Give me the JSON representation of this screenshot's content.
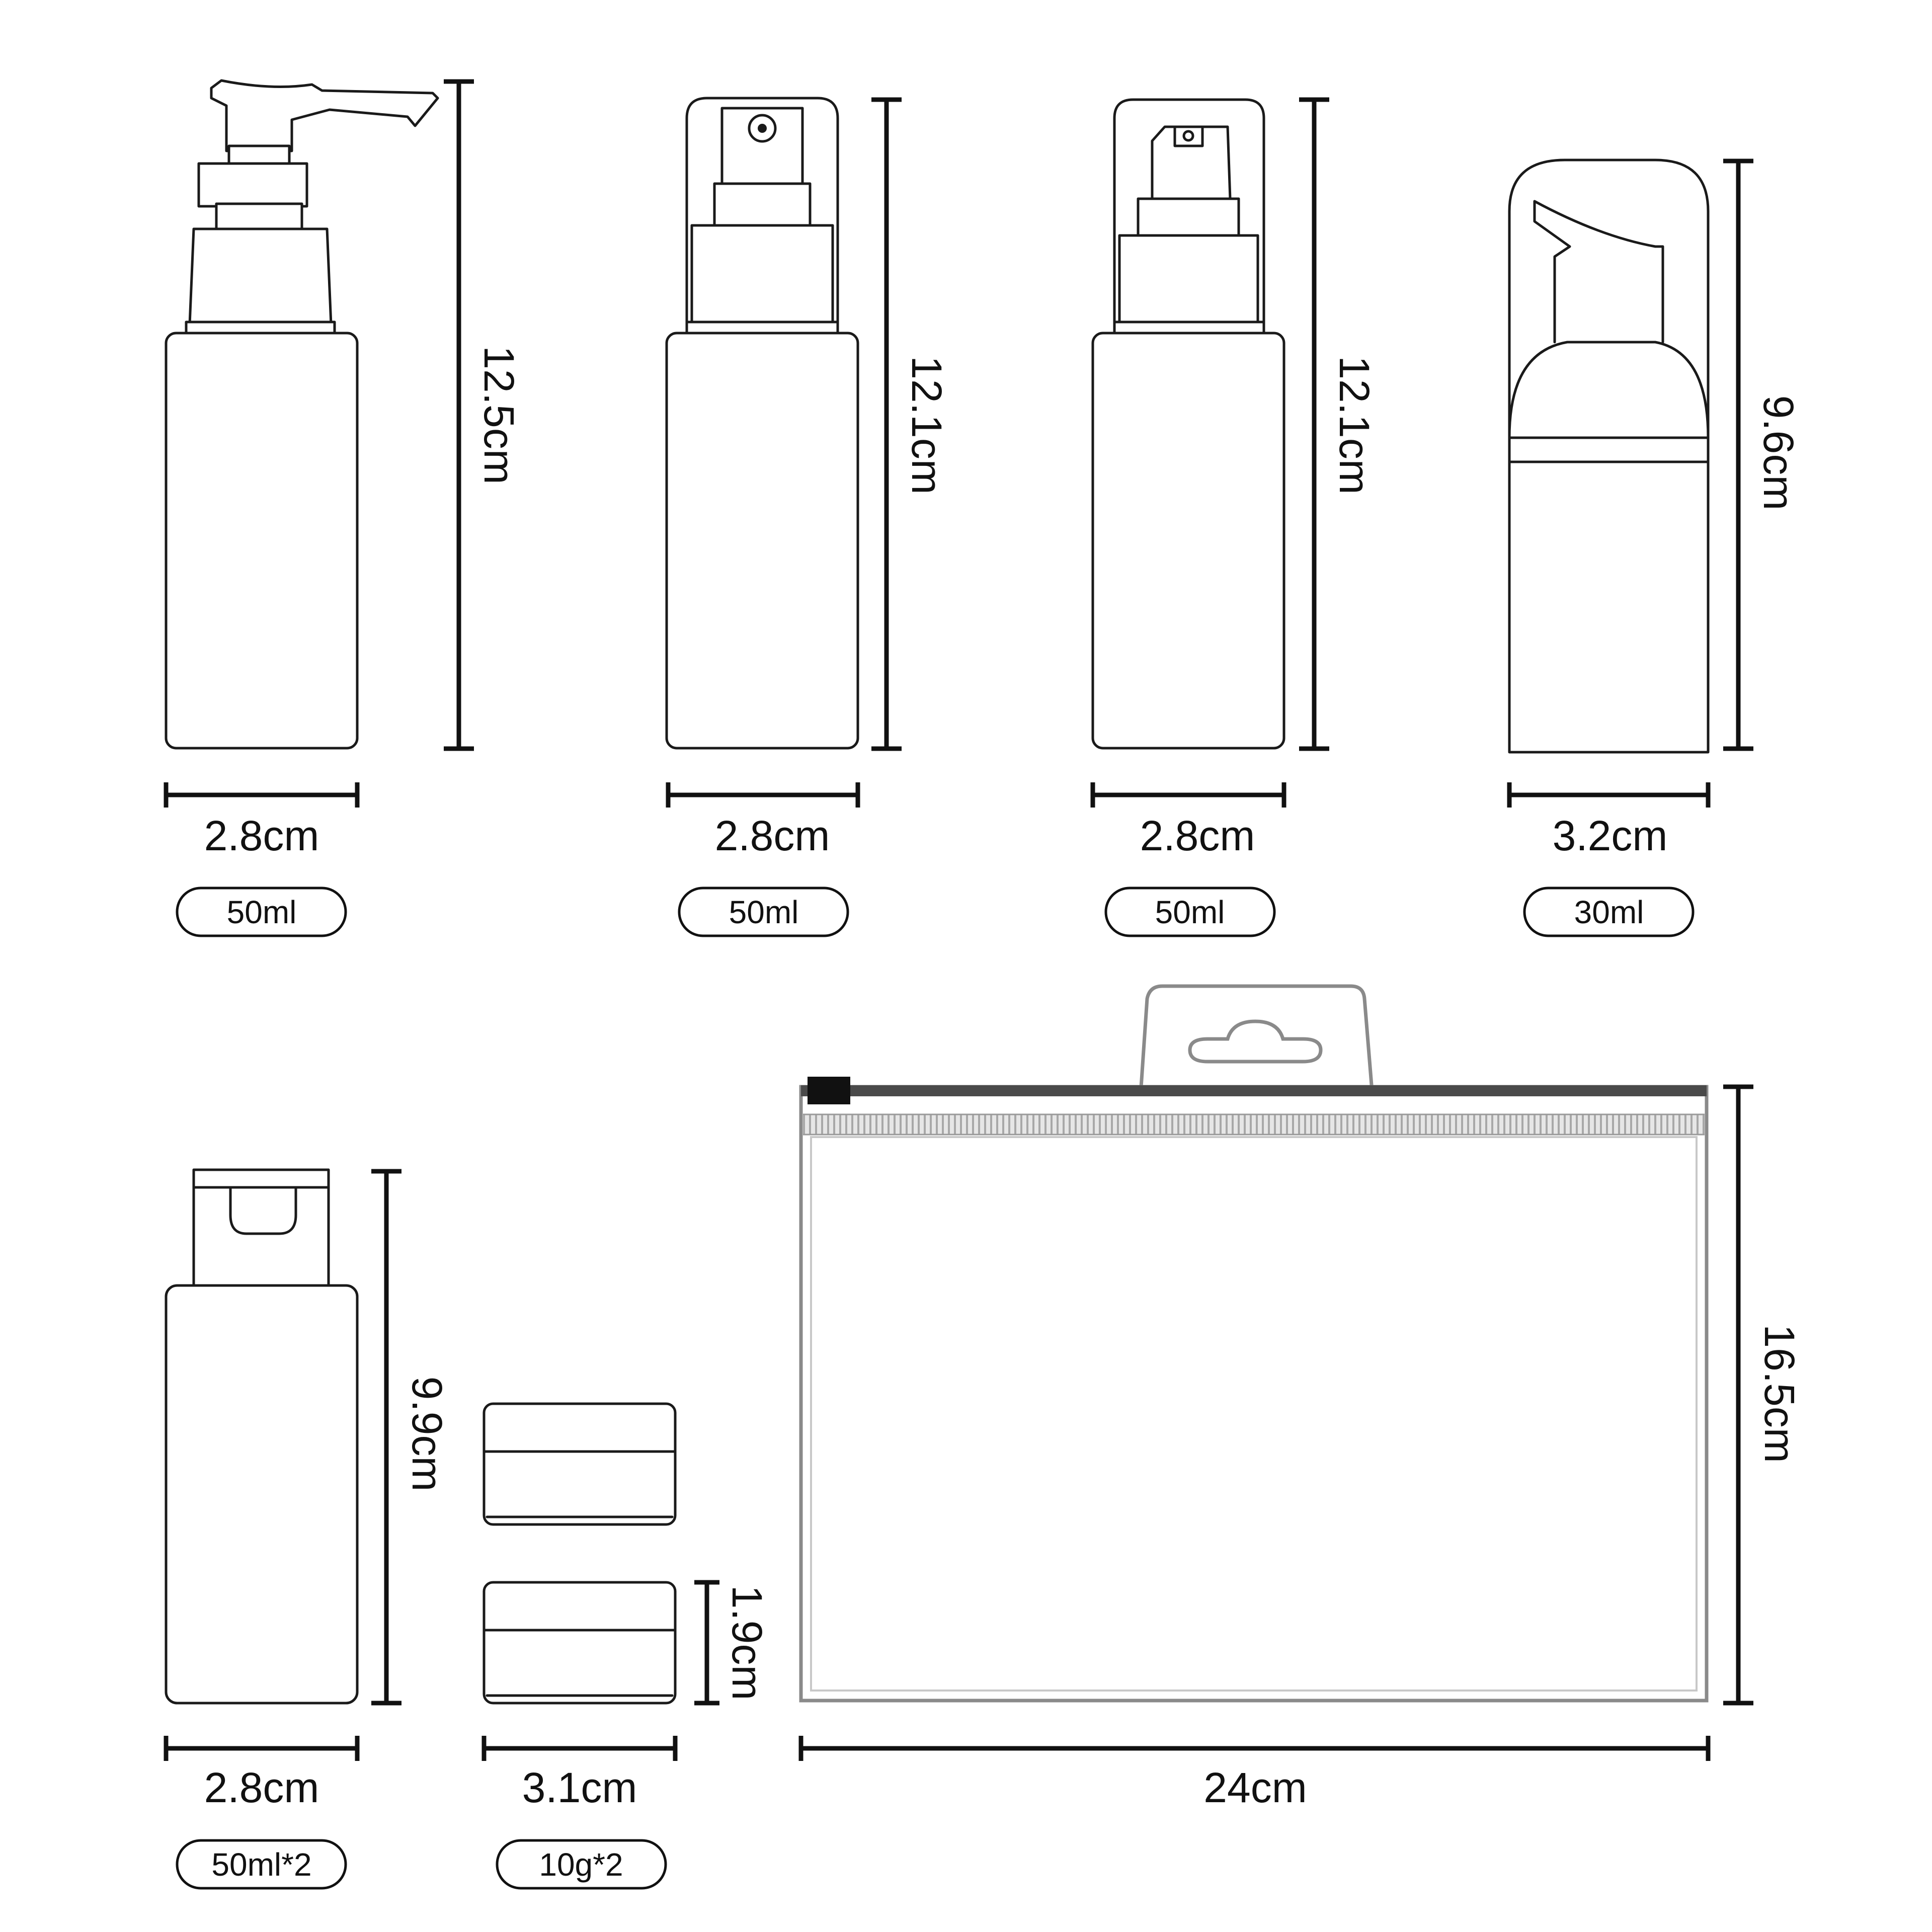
{
  "items": [
    {
      "id": "pump-bottle",
      "width": "2.8cm",
      "height": "12.5cm",
      "capacity": "50ml"
    },
    {
      "id": "spray-bottle",
      "width": "2.8cm",
      "height": "12.1cm",
      "capacity": "50ml"
    },
    {
      "id": "lotion-bottle",
      "width": "2.8cm",
      "height": "12.1cm",
      "capacity": "50ml"
    },
    {
      "id": "foam-bottle",
      "width": "3.2cm",
      "height": "9.6cm",
      "capacity": "30ml"
    },
    {
      "id": "flip-cap-bottle",
      "width": "2.8cm",
      "height": "9.9cm",
      "capacity": "50ml*2"
    },
    {
      "id": "cream-jar",
      "width": "3.1cm",
      "height": "1.9cm",
      "capacity": "10g*2"
    },
    {
      "id": "zip-bag",
      "width": "24cm",
      "height": "16.5cm"
    }
  ]
}
